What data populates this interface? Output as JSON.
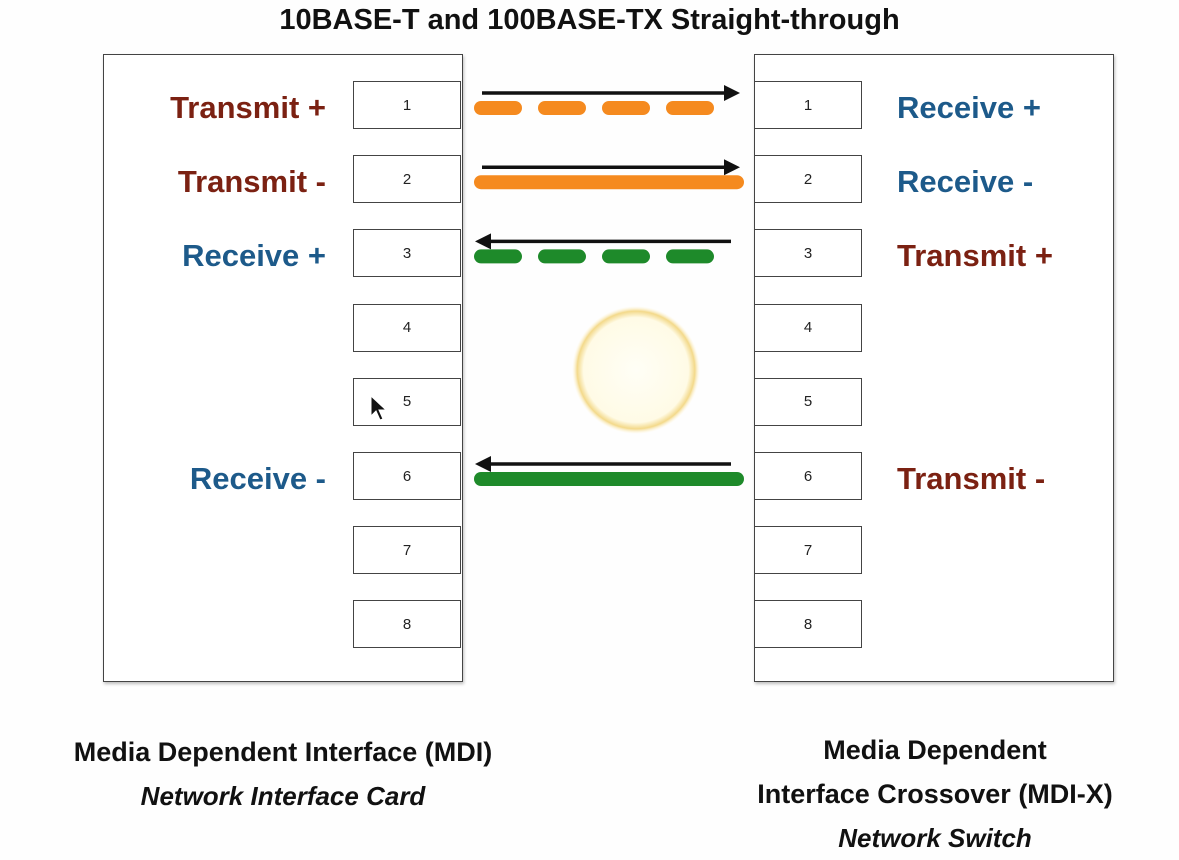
{
  "title": "10BASE-T and 100BASE-TX Straight-through",
  "pins": [
    "1",
    "2",
    "3",
    "4",
    "5",
    "6",
    "7",
    "8"
  ],
  "left_labels": [
    {
      "pin": 1,
      "text": "Transmit +",
      "kind": "tx"
    },
    {
      "pin": 2,
      "text": "Transmit -",
      "kind": "tx"
    },
    {
      "pin": 3,
      "text": "Receive +",
      "kind": "rx"
    },
    {
      "pin": 6,
      "text": "Receive -",
      "kind": "rx"
    }
  ],
  "right_labels": [
    {
      "pin": 1,
      "text": "Receive +",
      "kind": "rx"
    },
    {
      "pin": 2,
      "text": "Receive -",
      "kind": "rx"
    },
    {
      "pin": 3,
      "text": "Transmit +",
      "kind": "tx"
    },
    {
      "pin": 6,
      "text": "Transmit -",
      "kind": "tx"
    }
  ],
  "connections": [
    {
      "pin": 1,
      "color": "#f58a1f",
      "style": "dashed",
      "direction": "right"
    },
    {
      "pin": 2,
      "color": "#f58a1f",
      "style": "solid",
      "direction": "right"
    },
    {
      "pin": 3,
      "color": "#1e8a2a",
      "style": "dashed",
      "direction": "left"
    },
    {
      "pin": 6,
      "color": "#1e8a2a",
      "style": "solid",
      "direction": "left"
    }
  ],
  "left_caption": {
    "title": "Media Dependent Interface (MDI)",
    "subtitle": "Network Interface Card"
  },
  "right_caption": {
    "line1": "Media Dependent",
    "line2": "Interface Crossover (MDI-X)",
    "subtitle": "Network Switch"
  }
}
